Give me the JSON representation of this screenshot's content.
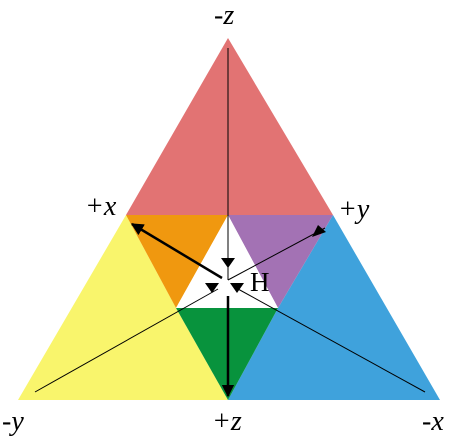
{
  "labels": {
    "top": "-z",
    "left_inner": "+x",
    "right_inner": "+y",
    "bottom_left": "-y",
    "bottom_center": "+z",
    "bottom_right": "-x",
    "center": "H"
  },
  "colors": {
    "red": "#e27373",
    "orange": "#f0980f",
    "purple": "#a372b4",
    "yellow": "#f9f56c",
    "blue": "#3fa2dc",
    "green": "#08933d",
    "white": "#ffffff",
    "line": "#000000"
  }
}
